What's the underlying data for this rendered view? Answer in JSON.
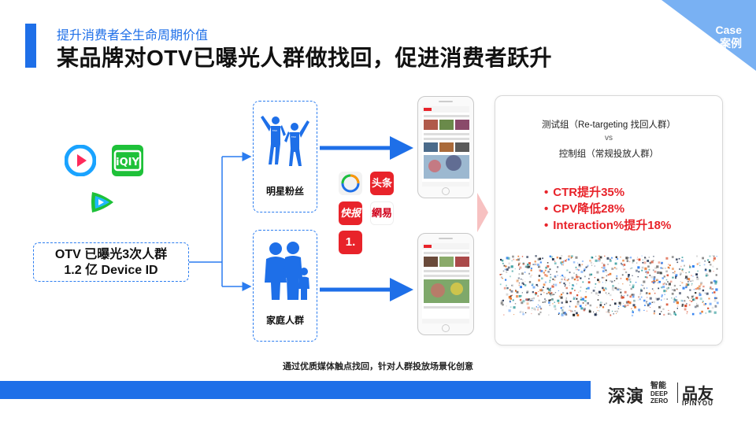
{
  "header": {
    "subtitle": "提升消费者全生命周期价值",
    "title": "某品牌对OTV已曝光人群做找回，促进消费者跃升"
  },
  "corner_tag": {
    "line1": "Case",
    "line2": "案例"
  },
  "source": {
    "line1": "OTV 已曝光3次人群",
    "line2": "1.2 亿 Device ID"
  },
  "audiences": [
    {
      "label": "明星粉丝"
    },
    {
      "label": "家庭人群"
    }
  ],
  "media_icons": [
    {
      "icon": "tencent-news-icon"
    },
    {
      "icon": "toutiao-icon",
      "text": "头条"
    },
    {
      "icon": "kuaibao-icon",
      "text": "快报"
    },
    {
      "icon": "netease-icon",
      "text": "網易"
    },
    {
      "icon": "yidian-icon",
      "text": "1."
    }
  ],
  "results": {
    "test_group": "测试组（Re-targeting 找回人群）",
    "vs": "vs",
    "control_group": "控制组（常规投放人群）",
    "metrics": [
      "CTR提升35%",
      "CPV降低28%",
      "Interaction%提升18%"
    ]
  },
  "caption": "通过优质媒体触点找回，针对人群投放场景化创意",
  "footer": {
    "logo_main": "深演",
    "logo_small_1": "智能",
    "logo_small_2": "DEEP",
    "logo_small_3": "ZERO",
    "logo_partner": "品友",
    "logo_partner_en": "IPINYOU"
  },
  "colors": {
    "accent": "#1e6fe8",
    "metric": "#e8232a",
    "light_blue": "#6aa8f2",
    "youku": "#1aa3ff",
    "iqiyi": "#1ec139",
    "tencent_video": "#20b7ff",
    "arrow_red": "#f7c1c1"
  }
}
